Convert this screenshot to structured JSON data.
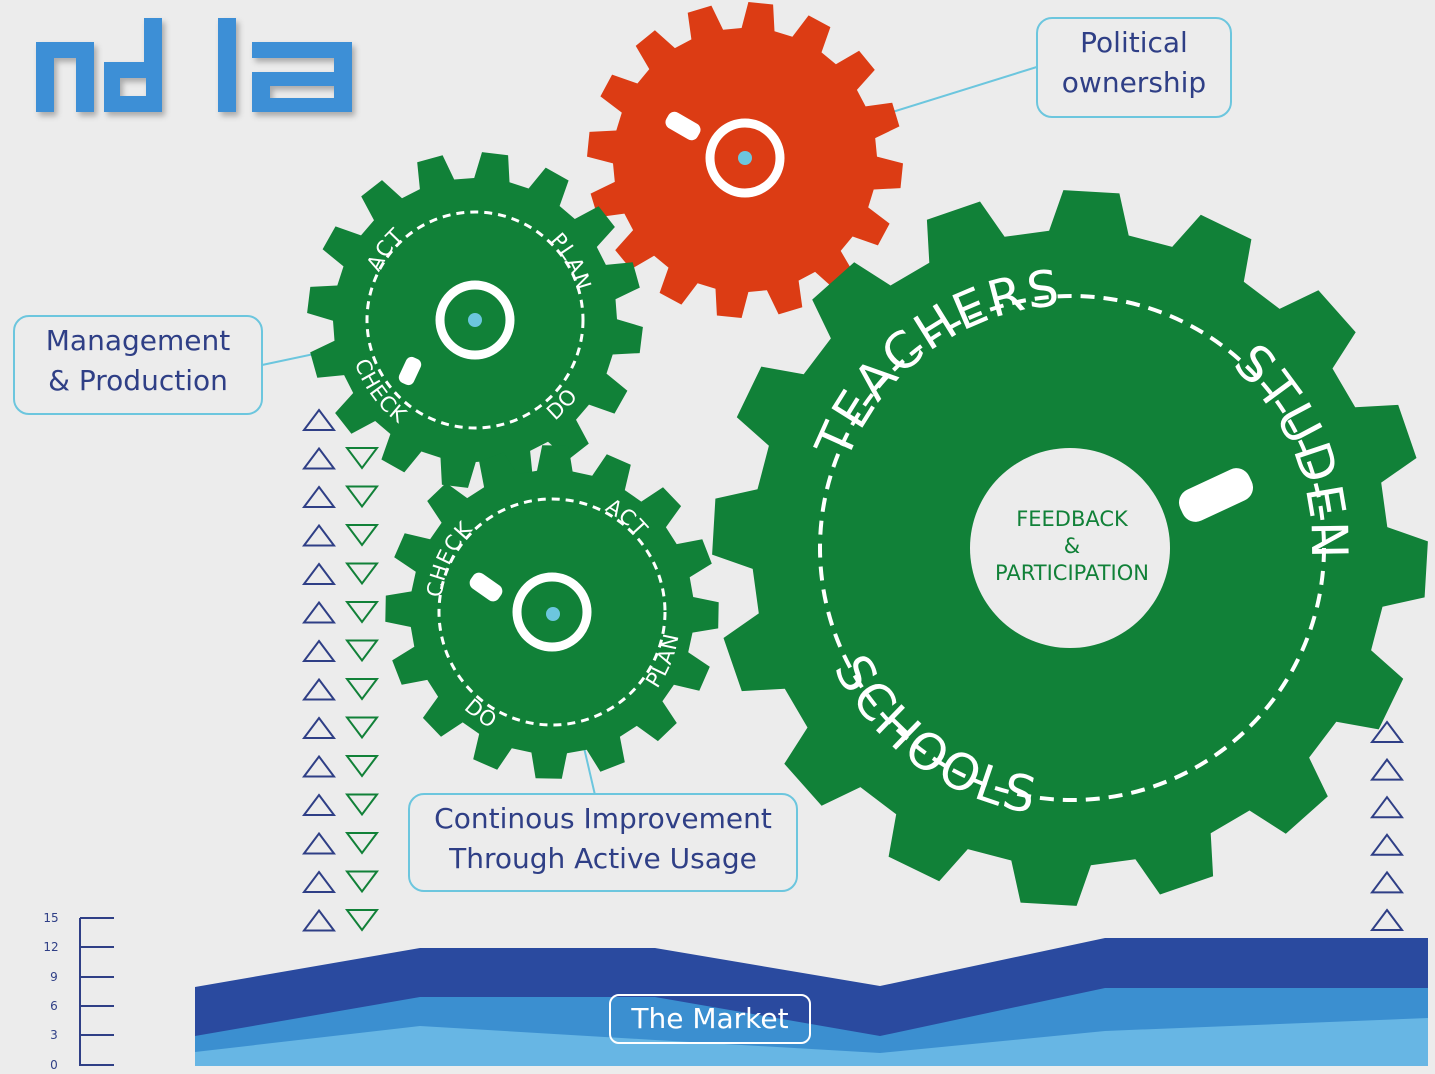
{
  "logo": {
    "text": "ndla",
    "color": "#3d8fd6"
  },
  "colors": {
    "green_gear": "#118138",
    "red_gear": "#dc3c14",
    "callout_border": "#6cc6de",
    "callout_text": "#2f3f86",
    "market_dark": "#2a4a9f",
    "market_light": "#3b8fd0",
    "triangle_up": "#2f3f86",
    "triangle_down": "#118138"
  },
  "callouts": {
    "political": [
      "Political",
      "ownership"
    ],
    "management": [
      "Management",
      "& Production"
    ],
    "improvement": [
      "Continous Improvement",
      "Through Active Usage"
    ]
  },
  "gears": {
    "management_cycle": [
      "ACT",
      "PLAN",
      "DO",
      "CHECK"
    ],
    "improvement_cycle": [
      "ACT",
      "PLAN",
      "DO",
      "CHECK"
    ],
    "big": {
      "ring": [
        "TEACHERS",
        "STUDENTS",
        "SCHOOLS"
      ],
      "center": [
        "FEEDBACK",
        "&",
        "PARTICIPATION"
      ]
    }
  },
  "market": {
    "label": "The Market",
    "y_ticks": [
      "15",
      "12",
      "9",
      "6",
      "3",
      "0"
    ]
  }
}
